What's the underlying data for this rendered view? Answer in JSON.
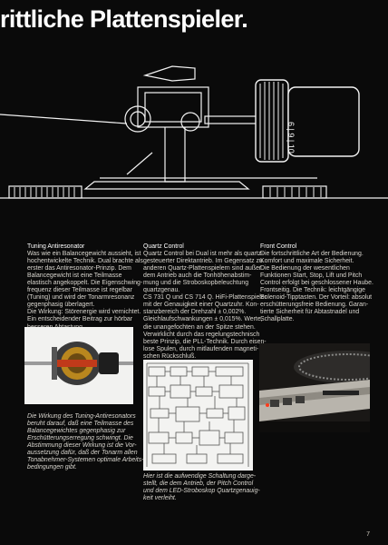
{
  "headline": "rittliche Plattenspieler.",
  "tonearm_scale": "6 | 9 | 10",
  "page_number": "7",
  "col1": {
    "title": "Tuning Antiresonator",
    "lines": [
      "Was wie ein Balancegewicht aussieht, ist",
      "hochentwickelte Technik. Dual brachte als",
      "erster das Antiresonator-Prinzip. Dem",
      "Balancegewicht ist eine Teilmasse",
      "elastisch angekoppelt. Die Eigenschwing-",
      "frequenz dieser Teilmasse ist regelbar",
      "(Tuning) und wird der Tonarmresonanz",
      "gegenphasig überlagert.",
      "Die Wirkung: Störenergie wird vernichtet.",
      "Ein entscheidender Beitrag zur hörbar",
      "besseren Abtastung."
    ]
  },
  "col2": {
    "title": "Quartz Control",
    "lines": [
      "Quartz Control bei Dual ist mehr als quartz-",
      "gesteuerter Direktantrieb. Im Gegensatz zu",
      "anderen Quartz-Plattenspielern sind außer",
      "dem Antrieb auch die Tonhöhenabstim-",
      "mung und die Stroboskopbeleuchtung",
      "quartzgenau.",
      "CS 731 Q und CS 714 Q. HiFi-Plattenspieler",
      "mit der Genauigkeit einer Quartzuhr. Kon-",
      "stanzbereich der Drehzahl ± 0,002%.",
      "Gleichlaufschwankungen ± 0,015%. Werte,",
      "die unangefochten an der Spitze stehen.",
      "Verwirklicht durch das regelungstechnisch",
      "beste Prinzip, die PLL-Technik. Durch eisen-",
      "lose Spulen, durch mitlaufenden magneti-",
      "schen Rückschluß."
    ]
  },
  "col3": {
    "title": "Front Control",
    "lines": [
      "Die fortschrittliche Art der Bedienung.",
      "Komfort und maximale Sicherheit.",
      "Die Bedienung der wesentlichen",
      "Funktionen Start, Stop, Lift und Pitch",
      "Control erfolgt bei geschlossener Haube.",
      "Frontseitig. Die Technik: leichtgängige",
      "Solenoid-Tipptasten. Der Vorteil: absolut",
      "erschütterungsfreie Bedienung. Garan-",
      "tierte Sicherheit für Abtastnadel und",
      "Schallplatte."
    ]
  },
  "caption1": [
    "Die Wirkung des Tuning-Antiresonators",
    "beruht darauf, daß eine Teilmasse des",
    "Balancegewichtes gegenphasig zur",
    "Erschütterungserregung schwingt. Die",
    "Abstimmung dieser Wirkung ist die Vor-",
    "aussetzung dafür, daß der Tonarm allen",
    "Tonabnehmer-Systemen optimale Arbeits-",
    "bedingungen gibt."
  ],
  "caption2": [
    "Hier ist die aufwendige Schaltung darge-",
    "stellt, die dem Antrieb, der Pitch Control",
    "und dem LED-Stroboskop Quartzgenauig-",
    "keit verleiht."
  ]
}
